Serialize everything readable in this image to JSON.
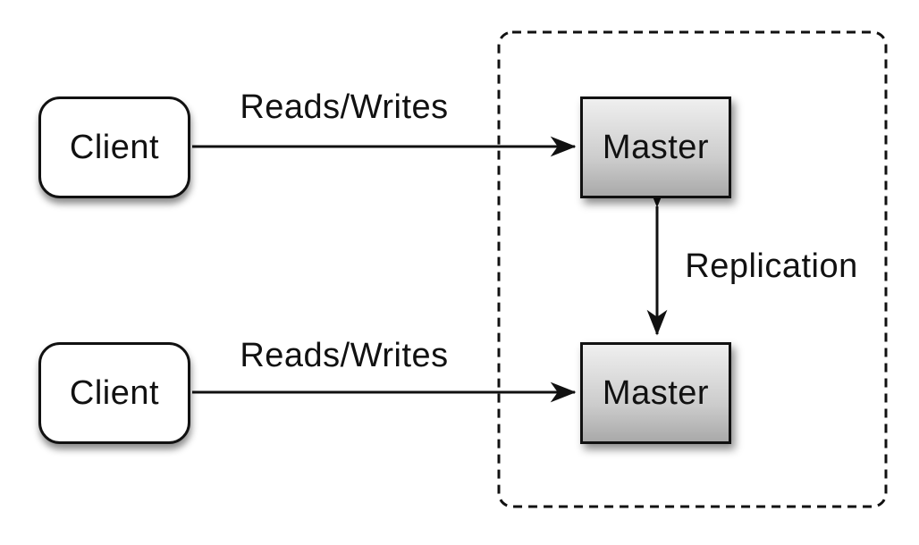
{
  "nodes": {
    "client_top": {
      "label": "Client"
    },
    "client_bottom": {
      "label": "Client"
    },
    "master_top": {
      "label": "Master"
    },
    "master_bottom": {
      "label": "Master"
    }
  },
  "edges": {
    "reads_writes_top": {
      "label": "Reads/Writes"
    },
    "reads_writes_bottom": {
      "label": "Reads/Writes"
    },
    "replication": {
      "label": "Replication"
    }
  },
  "colors": {
    "stroke": "#111111",
    "client_fill": "#ffffff",
    "master_top": "#efefef",
    "master_bottom": "#a9a9a9",
    "background": "#ffffff",
    "text": "#111111"
  }
}
